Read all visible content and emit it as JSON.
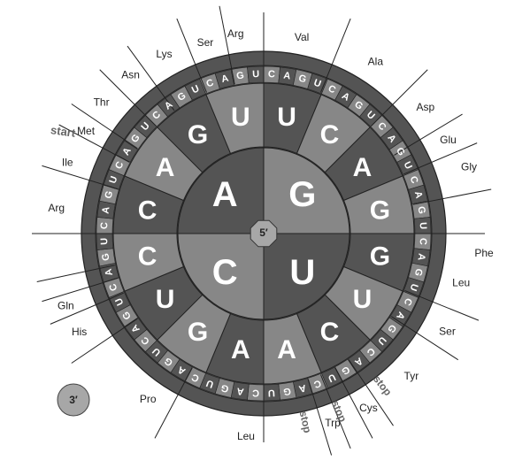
{
  "center_label": "5′",
  "end_label": "3′",
  "start_label": "start",
  "colors": {
    "dark": "#545454",
    "mid": "#878787",
    "light": "#b4b4b4",
    "line": "#222222"
  },
  "first_bases": [
    "A",
    "G",
    "U",
    "C"
  ],
  "second_bases": [
    "C",
    "A",
    "G",
    "U",
    "U",
    "C",
    "A",
    "G",
    "G",
    "U",
    "C",
    "A",
    "A",
    "G",
    "U",
    "C"
  ],
  "third_bases": [
    "C",
    "A",
    "G",
    "U",
    "C",
    "A",
    "G",
    "U",
    "C",
    "A",
    "G",
    "U",
    "C",
    "A",
    "G",
    "U",
    "C",
    "A",
    "G",
    "U",
    "C",
    "A",
    "G",
    "U",
    "C",
    "A",
    "G",
    "U",
    "C",
    "A",
    "G",
    "U",
    "C",
    "A",
    "G",
    "U",
    "C",
    "A",
    "G",
    "U",
    "C",
    "A",
    "G",
    "U",
    "C",
    "A",
    "G",
    "U",
    "C",
    "A",
    "G",
    "U",
    "C",
    "A",
    "G",
    "U",
    "C",
    "A",
    "G",
    "U",
    "C",
    "A",
    "G",
    "U"
  ],
  "amino_acids": [
    "Arg",
    "Val",
    "Ala",
    "Asp",
    "Glu",
    "Gly",
    "Phe",
    "Leu",
    "Ser",
    "Tyr",
    "Cys",
    "Trp",
    "Leu",
    "Pro",
    "His",
    "Gln",
    "Arg",
    "Ile",
    "Met",
    "Thr",
    "Asn",
    "Lys",
    "Ser"
  ],
  "stop_labels": [
    "stop",
    "stop",
    "stop"
  ]
}
